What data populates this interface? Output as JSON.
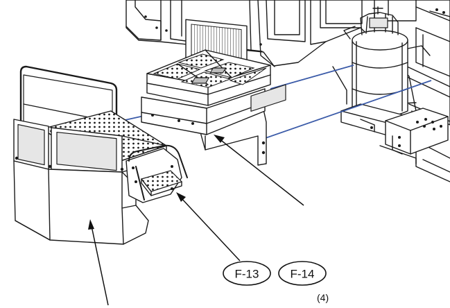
{
  "callouts": [
    {
      "label": "F-13"
    },
    {
      "label": "F-14"
    }
  ],
  "quantity_note": "(4)",
  "colors": {
    "line": "#1a1a1a",
    "guide_line": "#3a5aa8",
    "background": "#ffffff"
  }
}
